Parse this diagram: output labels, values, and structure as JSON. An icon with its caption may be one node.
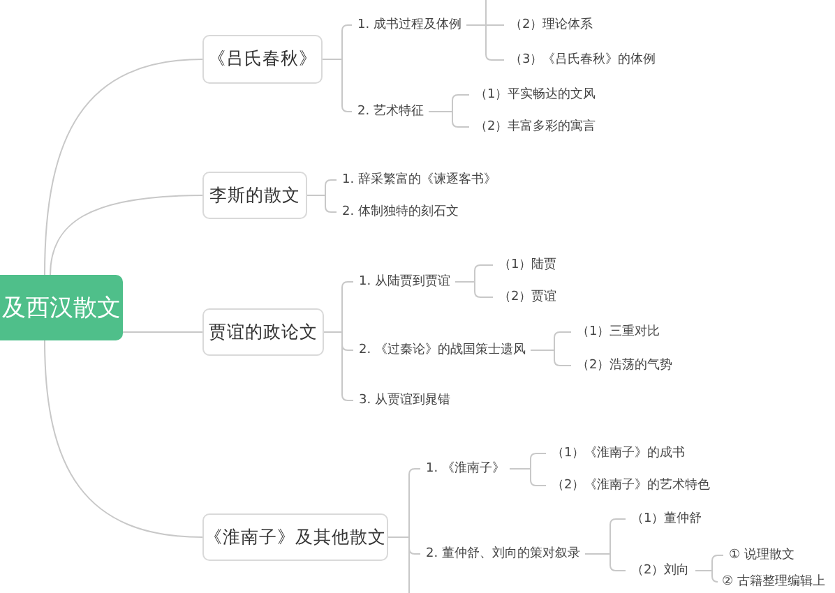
{
  "diagram": {
    "nodes": [
      {
        "text": [
          "及西汉散文"
        ]
      },
      {
        "text": [
          "《吕氏春秋》"
        ]
      },
      {
        "text": [
          "1. 成书过程及体例"
        ]
      },
      {
        "text": [
          "（2）理论体系"
        ]
      },
      {
        "text": [
          "（3）《吕氏春秋》的体例"
        ]
      },
      {
        "text": [
          "2. 艺术特征"
        ]
      },
      {
        "text": [
          "（1）平实畅达的文风"
        ]
      },
      {
        "text": [
          "（2）丰富多彩的寓言"
        ]
      },
      {
        "text": [
          "李斯的散文"
        ]
      },
      {
        "text": [
          "1. 辞采繁富的《谏逐客书》"
        ]
      },
      {
        "text": [
          "2. 体制独特的刻石文"
        ]
      },
      {
        "text": [
          "贾谊的政论文"
        ]
      },
      {
        "text": [
          "1. 从陆贾到贾谊"
        ]
      },
      {
        "text": [
          "（1）陆贾"
        ]
      },
      {
        "text": [
          "（2）贾谊"
        ]
      },
      {
        "text": [
          "2. 《过秦论》的战国策士遗风"
        ]
      },
      {
        "text": [
          "（1）三重对比"
        ]
      },
      {
        "text": [
          "（2）浩荡的气势"
        ]
      },
      {
        "text": [
          "3. 从贾谊到晁错"
        ]
      },
      {
        "text": [
          "《淮南子》及其他散文"
        ]
      },
      {
        "text": [
          "1. 《淮南子》"
        ]
      },
      {
        "text": [
          "（1）《淮南子》的成书"
        ]
      },
      {
        "text": [
          "（2）《淮南子》的艺术特色"
        ]
      },
      {
        "text": [
          "2. 董仲舒、刘向的策对叙录"
        ]
      },
      {
        "text": [
          "（1）董仲舒"
        ]
      },
      {
        "text": [
          "（2）刘向"
        ]
      },
      {
        "text": [
          "① 说理散文"
        ]
      },
      {
        "text": [
          "② 古籍整理编辑上"
        ]
      }
    ],
    "edges": [
      {
        "from": 0,
        "to": 1,
        "arrow": "none"
      },
      {
        "from": 0,
        "to": 8,
        "arrow": "none"
      },
      {
        "from": 0,
        "to": 11,
        "arrow": "none"
      },
      {
        "from": 0,
        "to": 19,
        "arrow": "none"
      },
      {
        "from": 1,
        "to": 2,
        "arrow": "none"
      },
      {
        "from": 1,
        "to": 5,
        "arrow": "none"
      },
      {
        "from": 2,
        "to": null,
        "arrow": "none"
      },
      {
        "from": 2,
        "to": 3,
        "arrow": "none"
      },
      {
        "from": 2,
        "to": 4,
        "arrow": "none"
      },
      {
        "from": 5,
        "to": 6,
        "arrow": "none"
      },
      {
        "from": 5,
        "to": 7,
        "arrow": "none"
      },
      {
        "from": 8,
        "to": 9,
        "arrow": "none"
      },
      {
        "from": 8,
        "to": 10,
        "arrow": "none"
      },
      {
        "from": 11,
        "to": 12,
        "arrow": "none"
      },
      {
        "from": 11,
        "to": 15,
        "arrow": "none"
      },
      {
        "from": 11,
        "to": 18,
        "arrow": "none"
      },
      {
        "from": 12,
        "to": 13,
        "arrow": "none"
      },
      {
        "from": 12,
        "to": 14,
        "arrow": "none"
      },
      {
        "from": 15,
        "to": 16,
        "arrow": "none"
      },
      {
        "from": 15,
        "to": 17,
        "arrow": "none"
      },
      {
        "from": 19,
        "to": 20,
        "arrow": "none"
      },
      {
        "from": 19,
        "to": 23,
        "arrow": "none"
      },
      {
        "from": 19,
        "to": null,
        "arrow": "none"
      },
      {
        "from": 20,
        "to": 21,
        "arrow": "none"
      },
      {
        "from": 20,
        "to": 22,
        "arrow": "none"
      },
      {
        "from": 23,
        "to": 24,
        "arrow": "none"
      },
      {
        "from": 23,
        "to": 25,
        "arrow": "none"
      },
      {
        "from": 25,
        "to": 26,
        "arrow": "none"
      },
      {
        "from": 25,
        "to": 27,
        "arrow": "none"
      }
    ]
  }
}
